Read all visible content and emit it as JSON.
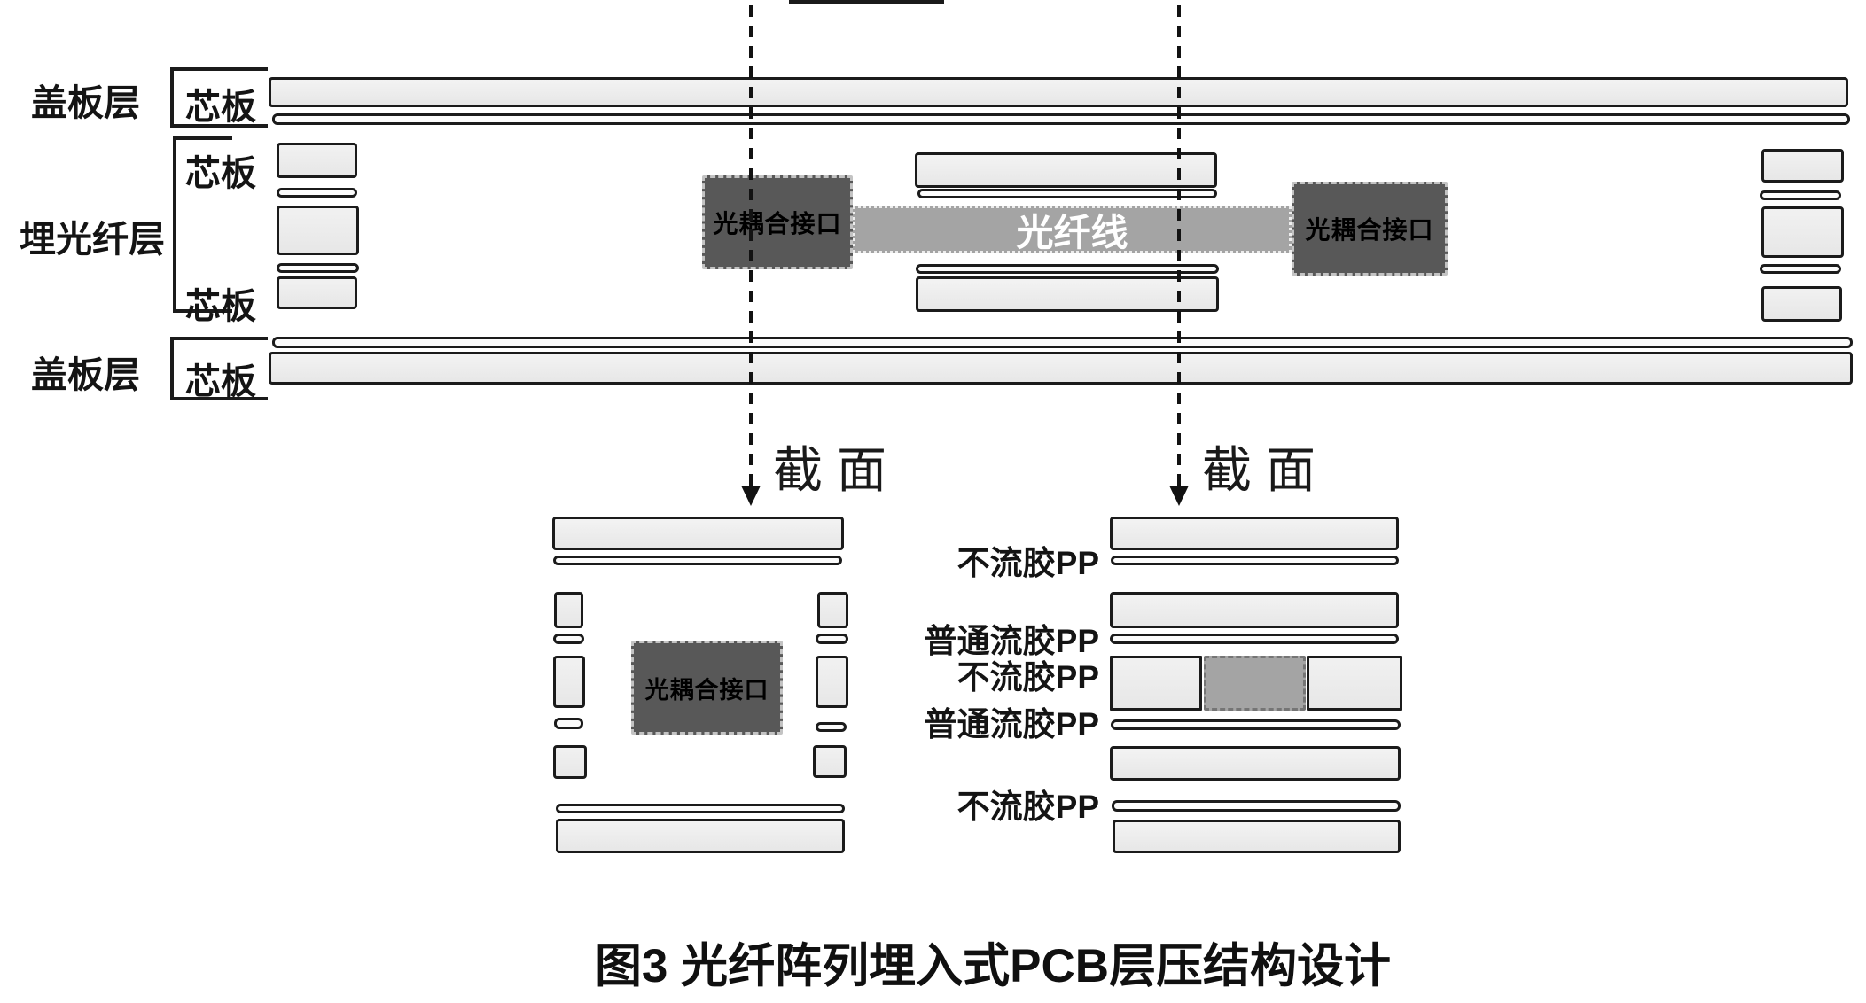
{
  "colors": {
    "line": "#1b1b1b",
    "bar_fill": "#ececec",
    "thin_fill": "#fbfbfb",
    "dark_fill": "#585858",
    "fiber_fill": "#a4a4a4"
  },
  "plan": {
    "cover_top": {
      "layer_label": "盖板层",
      "core_label": "芯板"
    },
    "fiber_layer": {
      "layer_label": "埋光纤层",
      "core_top_label": "芯板",
      "core_bottom_label": "芯板"
    },
    "cover_bottom": {
      "layer_label": "盖板层",
      "core_label": "芯板"
    },
    "coupler_left": "光耦合接口",
    "coupler_right": "光耦合接口",
    "fiber_line": "光纤线"
  },
  "section": {
    "label_left": "截面",
    "label_right": "截面"
  },
  "cross_left": {
    "coupler": "光耦合接口"
  },
  "cross_right": {
    "labels": [
      "不流胶PP",
      "普通流胶PP",
      "不流胶PP",
      "普通流胶PP",
      "不流胶PP"
    ]
  },
  "caption": "图3 光纤阵列埋入式PCB层压结构设计"
}
